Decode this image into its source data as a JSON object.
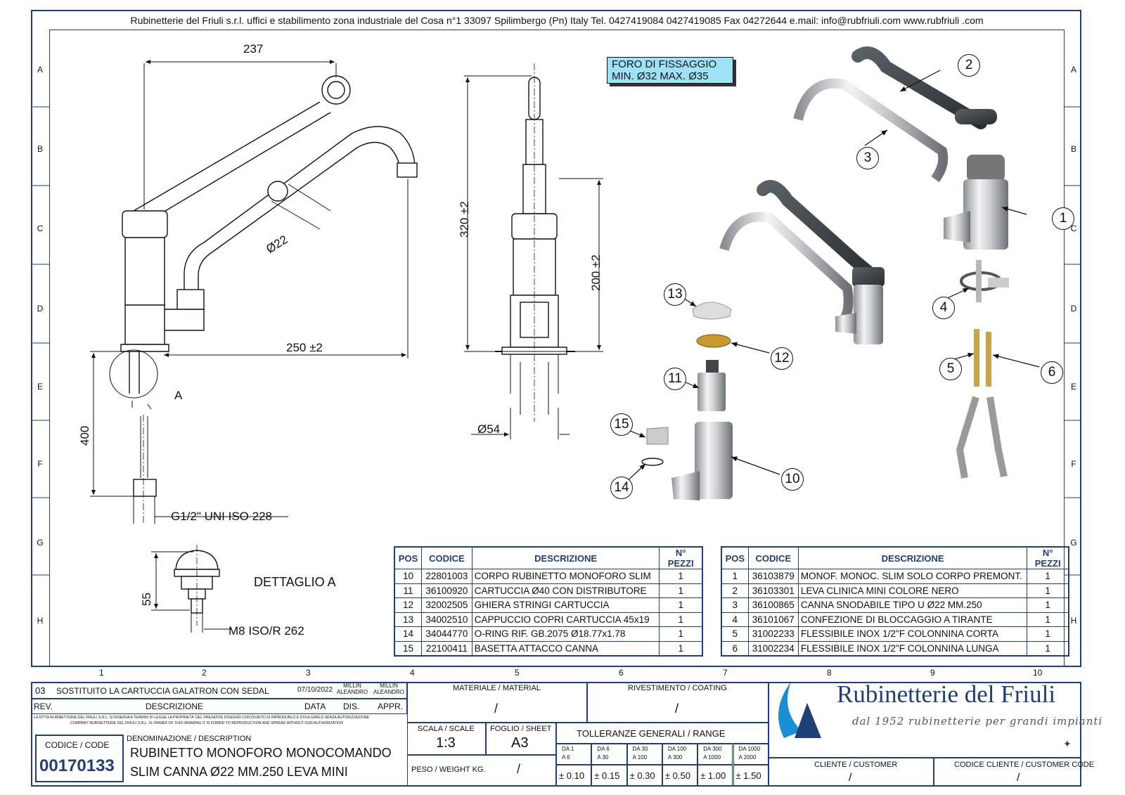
{
  "header": "Rubinetterie del Friuli s.r.l. uffici e stabilimento zona industriale del Cosa n°1 33097 Spilimbergo (Pn) Italy Tel. 0427419084  0427419085  Fax 04272644  e.mail: info@rubfriuli.com  www.rubfriuli .com",
  "rows": [
    "A",
    "B",
    "C",
    "D",
    "E",
    "F",
    "G",
    "H"
  ],
  "cols": [
    "1",
    "2",
    "3",
    "4",
    "5",
    "6",
    "7",
    "8",
    "9",
    "10"
  ],
  "dims": {
    "d237": "237",
    "d22": "Ø22",
    "d250": "250 ±2",
    "d400": "400",
    "dA": "A",
    "g12": "G1/2\" UNI ISO 228",
    "d320": "320 ±2",
    "d200": "200 ±2",
    "d54": "Ø54",
    "d55": "55",
    "detail": "DETTAGLIO A",
    "m8": "M8 ISO/R 262"
  },
  "note": {
    "line1": "FORO DI FISSAGGIO",
    "line2": "MIN. Ø32 MAX. Ø35"
  },
  "callouts": [
    "1",
    "2",
    "3",
    "4",
    "5",
    "6",
    "10",
    "11",
    "12",
    "13",
    "14",
    "15"
  ],
  "table_left": {
    "headers": [
      "POS",
      "CODICE",
      "DESCRIZIONE",
      "N° PEZZI"
    ],
    "rows": [
      [
        "10",
        "22801003",
        "CORPO RUBINETTO MONOFORO SLIM",
        "1"
      ],
      [
        "11",
        "36100920",
        "CARTUCCIA Ø40 CON DISTRIBUTORE",
        "1"
      ],
      [
        "12",
        "32002505",
        "GHIERA STRINGI CARTUCCIA",
        "1"
      ],
      [
        "13",
        "34002510",
        "CAPPUCCIO COPRI CARTUCCIA 45x19",
        "1"
      ],
      [
        "14",
        "34044770",
        "O-RING RIF. GB.2075 Ø18.77x1.78",
        "1"
      ],
      [
        "15",
        "22100411",
        "BASETTA ATTACCO CANNA",
        "1"
      ]
    ]
  },
  "table_right": {
    "headers": [
      "POS",
      "CODICE",
      "DESCRIZIONE",
      "N° PEZZI"
    ],
    "rows": [
      [
        "1",
        "36103879",
        "MONOF. MONOC. SLIM SOLO CORPO PREMONT.",
        "1"
      ],
      [
        "2",
        "36103301",
        "LEVA CLINICA MINI COLORE NERO",
        "1"
      ],
      [
        "3",
        "36100865",
        "CANNA SNODABILE TIPO U Ø22 MM.250",
        "1"
      ],
      [
        "4",
        "36101067",
        "CONFEZIONE DI BLOCCAGGIO A TIRANTE",
        "1"
      ],
      [
        "5",
        "31002233",
        "FLESSIBILE INOX 1/2\"F COLONNINA CORTA",
        "1"
      ],
      [
        "6",
        "31002234",
        "FLESSIBILE INOX 1/2\"F COLONNINA LUNGA",
        "1"
      ]
    ]
  },
  "titleblock": {
    "rev_num": "03",
    "rev_desc": "SOSTITUITO LA CARTUCCIA GALATRON CON SEDAL",
    "rev_date": "07/10/2022",
    "dis_name": "MILLIN ALEANDRO",
    "appr_name": "MILLIN ALEANDRO",
    "rev_label": "REV.",
    "desc_label": "DESCRIZIONE",
    "data_label": "DATA",
    "dis_label": "DIS.",
    "appr_label": "APPR.",
    "legal": "LA DITTA RUBINETTERIE DEL FRIULI S.R.L. SI RISERVA A TERMINI DI LEGGE LA PROPRIETA' DEL PRESENTE DISEGNO CON DIVIETO DI RIPRODURLO E DIVULGARLO SENZA AUTORIZZAZIONE",
    "legal2": "COMPANY RUBINETTERIE DEL FRIULI S.R.L. IS OWNER OF THIS DRAWING IT IS FORBID TO REPRODUCTION AND SPREAD WITHOUT OUR AUTHORIZATION",
    "code_label": "CODICE / CODE",
    "code": "00170133",
    "denom_label": "DENOMINAZIONE / DESCRIPTION",
    "denom1": "RUBINETTO MONOFORO MONOCOMANDO",
    "denom2": "SLIM CANNA Ø22 MM.250 LEVA MINI",
    "material_label": "MATERIALE / MATERIAL",
    "material": "/",
    "coating_label": "RIVESTIMENTO / COATING",
    "coating": "/",
    "scale_label": "SCALA / SCALE",
    "scale": "1:3",
    "sheet_label": "FOGLIO / SHEET",
    "sheet": "A3",
    "weight_label": "PESO / WEIGHT KG.",
    "weight": "/",
    "tol_label": "TOLLERANZE GENERALI / RANGE",
    "tol_ranges": [
      [
        "DA 1",
        "A 6"
      ],
      [
        "DA 6",
        "A 30"
      ],
      [
        "DA 30",
        "A 100"
      ],
      [
        "DA 100",
        "A 300"
      ],
      [
        "DA 300",
        "A 1000"
      ],
      [
        "DA 1000",
        "A 2000"
      ]
    ],
    "tol_values": [
      "± 0.10",
      "± 0.15",
      "± 0.30",
      "± 0.50",
      "± 1.00",
      "± 1.50"
    ],
    "customer_label": "CLIENTE / CUSTOMER",
    "customer": "/",
    "cust_code_label": "CODICE CLIENTE / CUSTOMER CODE",
    "cust_code": "/"
  },
  "brand": {
    "name": "Rubinetterie del Friuli",
    "tagline": "dal 1952 rubinetterie per grandi impianti",
    "accent": "#1e3f78",
    "logo_blue": "#1b8fd6"
  }
}
